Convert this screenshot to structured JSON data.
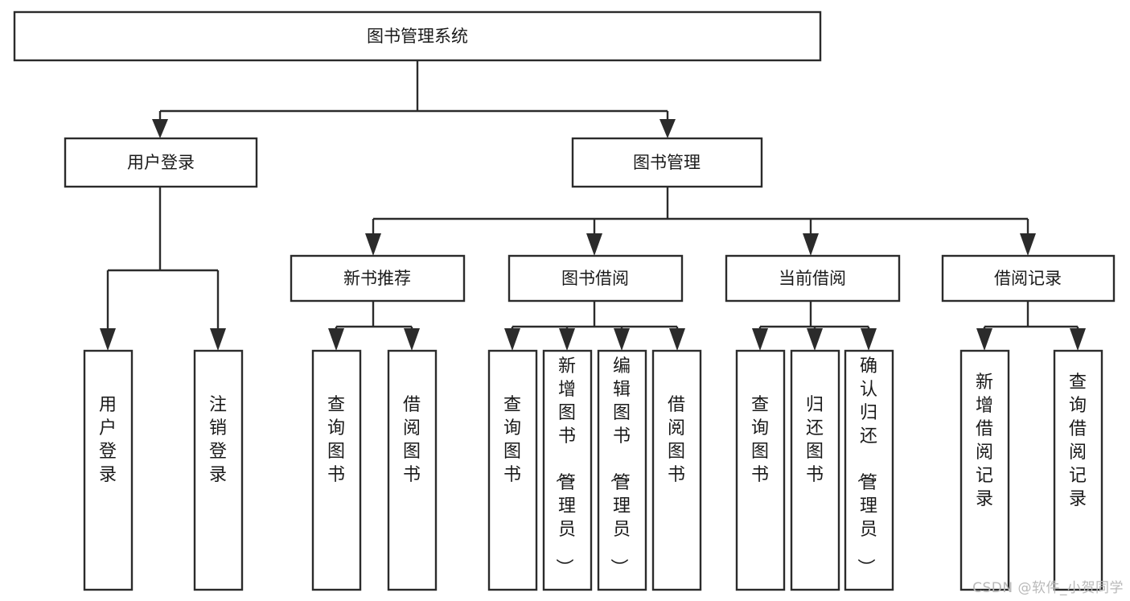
{
  "diagram": {
    "type": "tree",
    "title": "图书管理系统",
    "watermark": "CSDN @软件_小贺同学",
    "colors": {
      "stroke": "#2b2b2b",
      "fill": "#ffffff",
      "text": "#1a1a1a",
      "watermark": "#b9b9b9",
      "background": "#ffffff"
    },
    "levels": {
      "root": {
        "label": "图书管理系统"
      },
      "level1": [
        {
          "id": "user-login",
          "label": "用户登录"
        },
        {
          "id": "book-manage",
          "label": "图书管理"
        }
      ],
      "level2": [
        {
          "id": "new-book-recommend",
          "label": "新书推荐",
          "parent": "book-manage"
        },
        {
          "id": "book-borrow",
          "label": "图书借阅",
          "parent": "book-manage"
        },
        {
          "id": "current-borrow",
          "label": "当前借阅",
          "parent": "book-manage"
        },
        {
          "id": "borrow-record",
          "label": "借阅记录",
          "parent": "book-manage"
        }
      ],
      "leaves": [
        {
          "id": "leaf-user-login",
          "label": "用户登录",
          "parent": "user-login"
        },
        {
          "id": "leaf-logout",
          "label": "注销登录",
          "parent": "user-login"
        },
        {
          "id": "leaf-query-book-1",
          "label": "查询图书",
          "parent": "new-book-recommend"
        },
        {
          "id": "leaf-borrow-book-1",
          "label": "借阅图书",
          "parent": "new-book-recommend"
        },
        {
          "id": "leaf-query-book-2",
          "label": "查询图书",
          "parent": "book-borrow"
        },
        {
          "id": "leaf-add-book",
          "label": "新增图书（管理员）",
          "parent": "book-borrow"
        },
        {
          "id": "leaf-edit-book",
          "label": "编辑图书（管理员）",
          "parent": "book-borrow"
        },
        {
          "id": "leaf-borrow-book-2",
          "label": "借阅图书",
          "parent": "book-borrow"
        },
        {
          "id": "leaf-query-book-3",
          "label": "查询图书",
          "parent": "current-borrow"
        },
        {
          "id": "leaf-return-book",
          "label": "归还图书",
          "parent": "current-borrow"
        },
        {
          "id": "leaf-confirm-return",
          "label": "确认归还（管理员）",
          "parent": "current-borrow"
        },
        {
          "id": "leaf-add-record",
          "label": "新增借阅记录",
          "parent": "borrow-record"
        },
        {
          "id": "leaf-query-record",
          "label": "查询借阅记录",
          "parent": "borrow-record"
        }
      ]
    }
  }
}
